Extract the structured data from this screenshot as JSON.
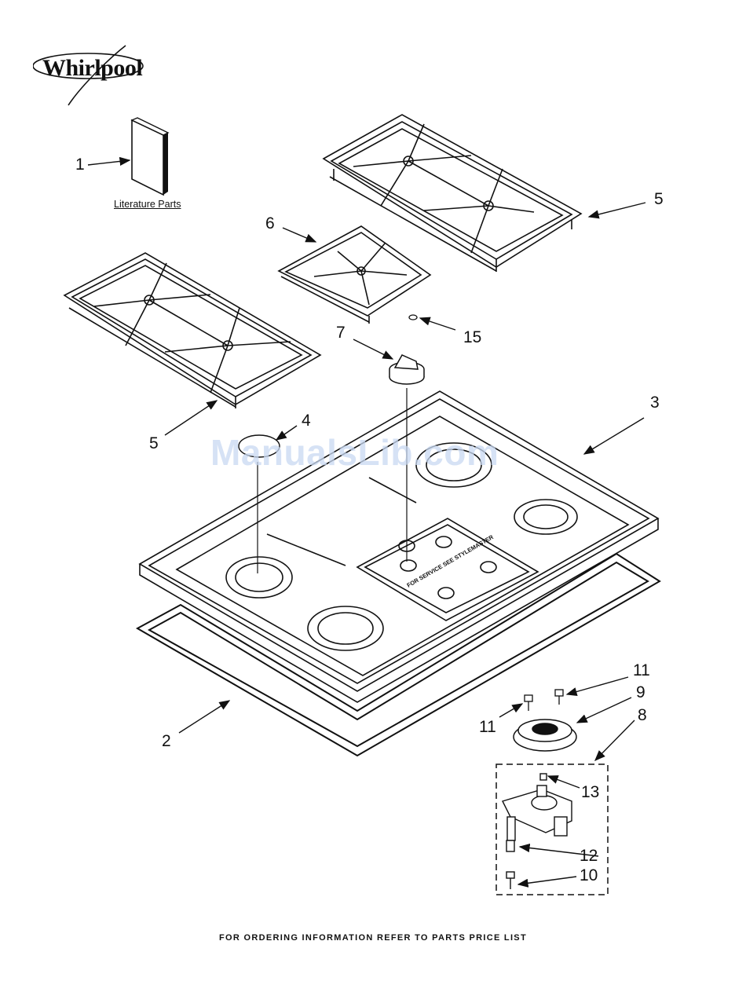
{
  "brand": {
    "name": "Whirlpool"
  },
  "literature_label": "Literature Parts",
  "watermark": "ManualsLib.com",
  "footer": "FOR ORDERING INFORMATION REFER TO PARTS PRICE LIST",
  "panel_text": "FOR SERVICE SEE STYLEMASTER",
  "callouts": {
    "c1": "1",
    "c2": "2",
    "c3": "3",
    "c4": "4",
    "c5a": "5",
    "c5b": "5",
    "c6": "6",
    "c7": "7",
    "c8": "8",
    "c9": "9",
    "c10": "10",
    "c11a": "11",
    "c11b": "11",
    "c12": "12",
    "c13": "13",
    "c15": "15"
  }
}
